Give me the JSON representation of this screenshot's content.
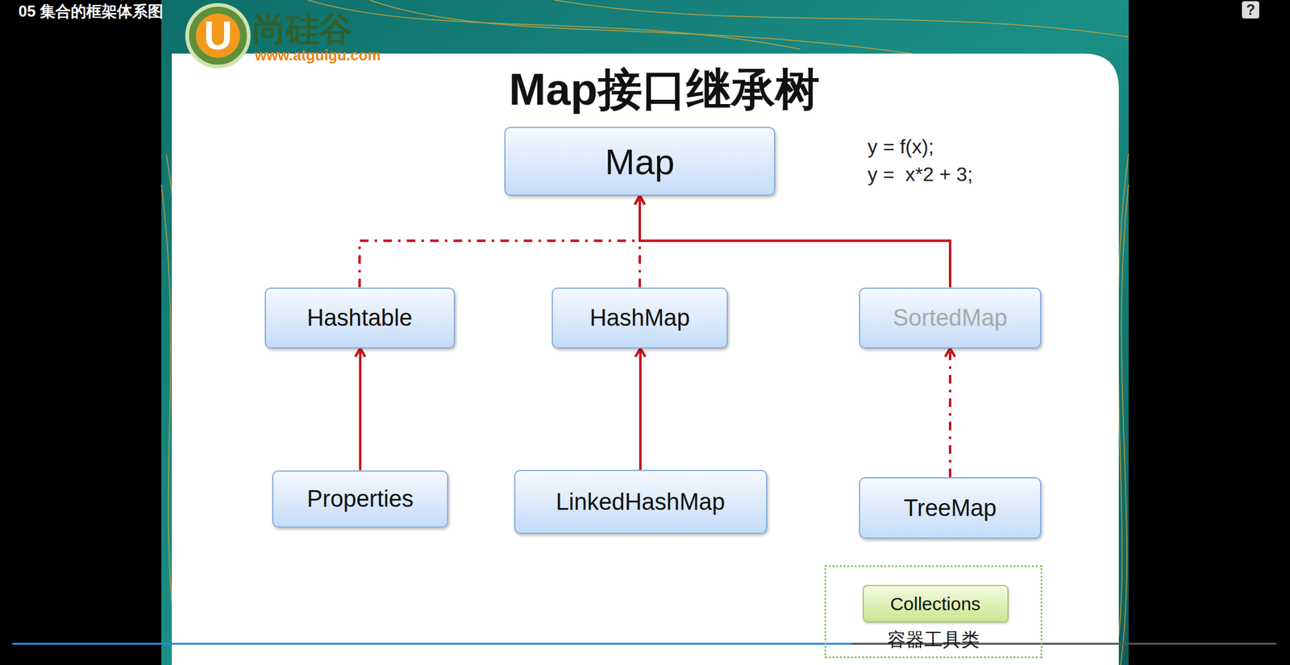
{
  "diagram": {
    "title": "Map接口继承树",
    "nodes": [
      {
        "text": [
          "Map"
        ]
      },
      {
        "text": [
          "Hashtable"
        ]
      },
      {
        "text": [
          "HashMap"
        ]
      },
      {
        "text": [
          "SortedMap"
        ]
      },
      {
        "text": [
          "Properties"
        ]
      },
      {
        "text": [
          "LinkedHashMap"
        ]
      },
      {
        "text": [
          "TreeMap"
        ]
      },
      {
        "text": [
          "容器工具类"
        ]
      },
      {
        "text": [
          "Collections"
        ],
        "in": 7
      }
    ],
    "edges": [
      {
        "from": 1,
        "to": 0,
        "arrow": "to"
      },
      {
        "from": 2,
        "to": 0,
        "arrow": "to"
      },
      {
        "from": 3,
        "to": 0,
        "arrow": "to"
      },
      {
        "from": 4,
        "to": 1,
        "arrow": "to"
      },
      {
        "from": 5,
        "to": 2,
        "arrow": "to"
      },
      {
        "from": 6,
        "to": 3,
        "arrow": "to"
      }
    ],
    "labels": [
      "05 集合的框架体系图",
      "U",
      "尚硅谷",
      "www.atguigu.com",
      "y = f(x);",
      "y =  x*2 + 3;",
      "?"
    ]
  }
}
